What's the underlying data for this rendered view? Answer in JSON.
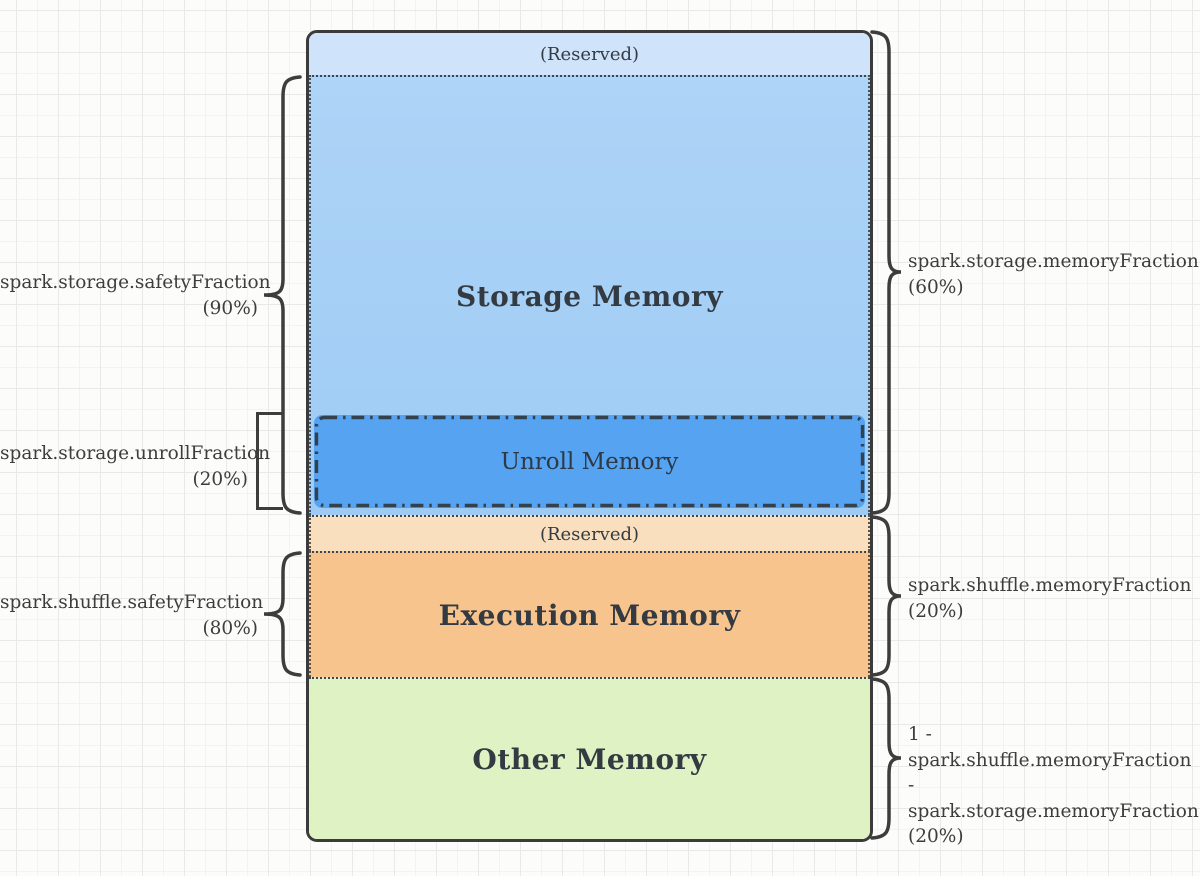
{
  "diagram": {
    "type": "memory-layout",
    "sections": {
      "reserved_top": "(Reserved)",
      "storage": "Storage Memory",
      "unroll": "Unroll Memory",
      "reserved_mid": "(Reserved)",
      "execution": "Execution Memory",
      "other": "Other Memory"
    },
    "left_annotations": {
      "storage_safety": {
        "line1": "spark.storage.safetyFraction",
        "value": "(90%)"
      },
      "unroll_fraction": {
        "line1": "spark.storage.unrollFraction",
        "value": "(20%)"
      },
      "shuffle_safety": {
        "line1": "spark.shuffle.safetyFraction",
        "value": "(80%)"
      }
    },
    "right_annotations": {
      "storage_memory": {
        "line1": "spark.storage.memoryFraction",
        "value": "(60%)"
      },
      "shuffle_memory": {
        "line1": "spark.shuffle.memoryFraction",
        "value": "(20%)"
      },
      "other_memory": {
        "line1": "1 - spark.shuffle.memoryFraction",
        "line2": "- spark.storage.memoryFraction",
        "value": "(20%)"
      }
    },
    "colors": {
      "reserved_top_fill": "#cfe3fa",
      "storage_fill": "#a5cef5",
      "unroll_fill": "#56a3f2",
      "reserved_mid_fill": "#fadfbf",
      "execution_fill": "#f8c48e",
      "other_fill": "#def2c3",
      "border": "#3b3b3b",
      "grid_line": "#e9e9e9"
    }
  }
}
